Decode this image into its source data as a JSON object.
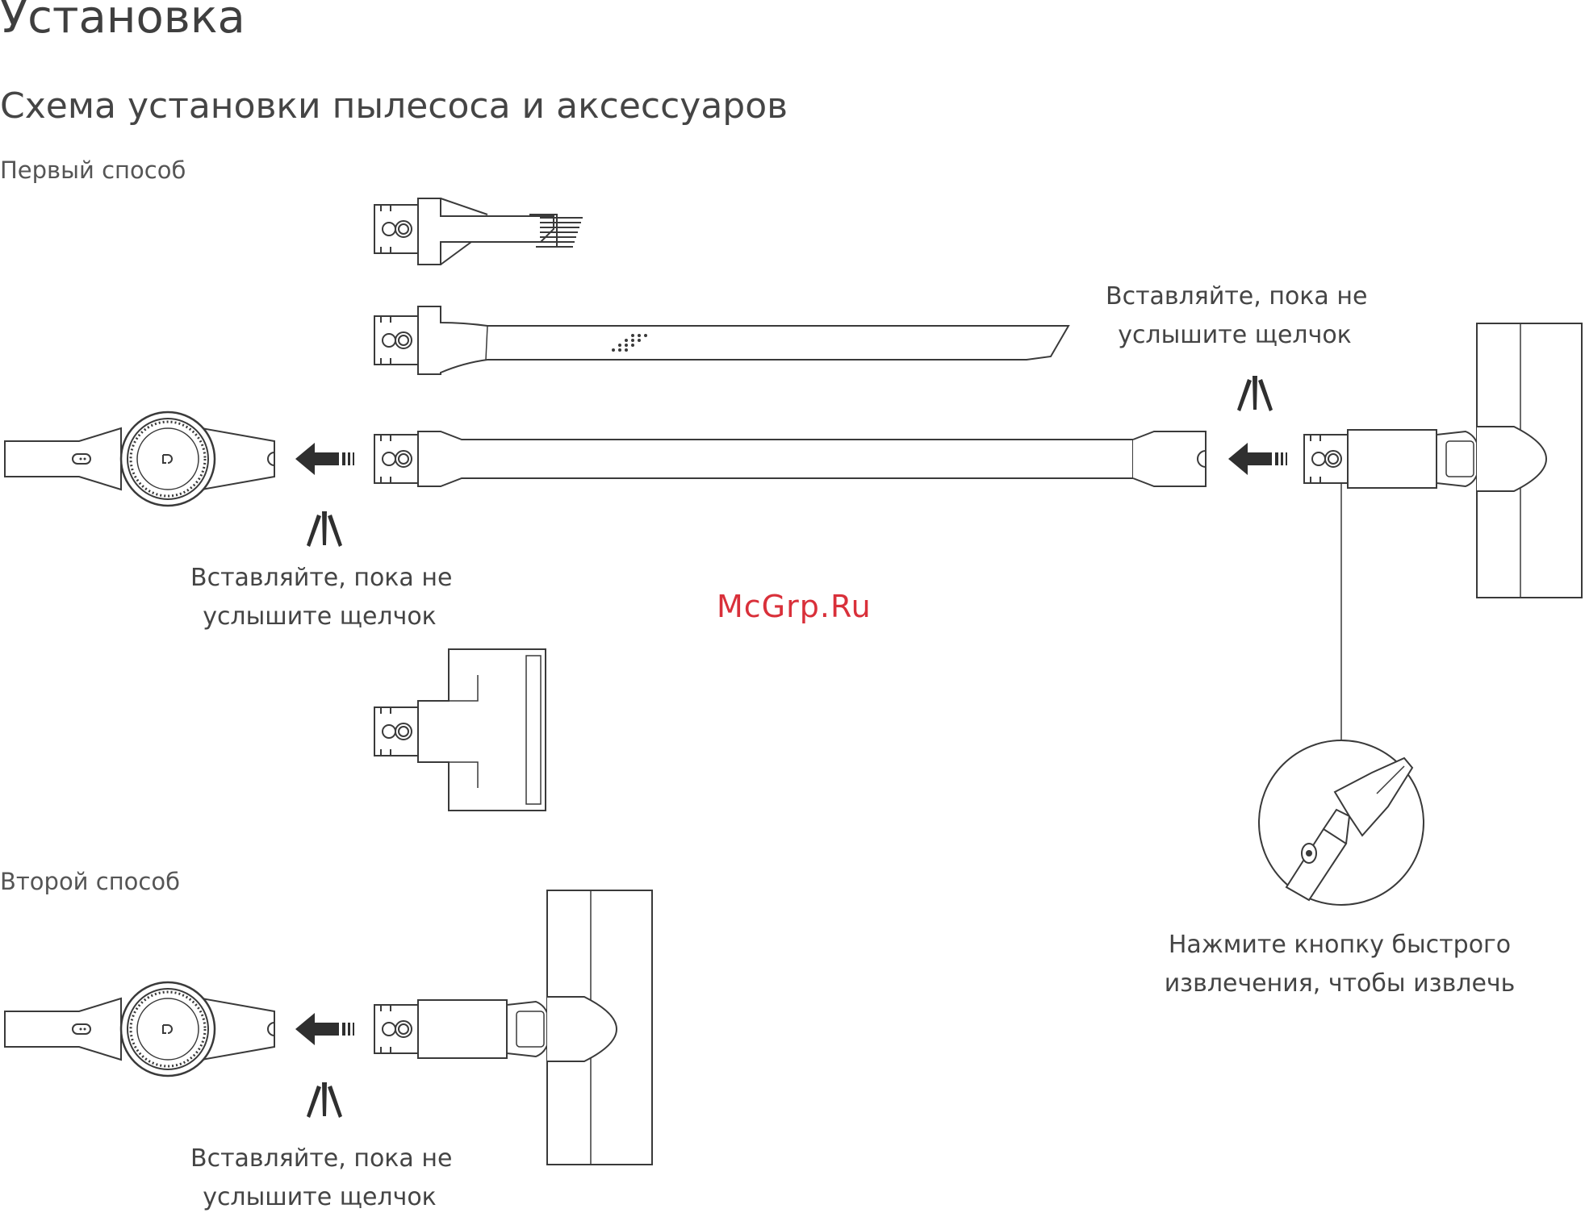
{
  "header": {
    "title": "Установка",
    "subtitle": "Схема установки пылесоса и аксессуаров"
  },
  "sections": {
    "first": "Первый способ",
    "second": "Второй способ"
  },
  "captions": {
    "insert_top": [
      "Вставляйте, пока не",
      "услышите щелчок"
    ],
    "insert_left_1": [
      "Вставляйте, пока не",
      "услышите щелчок"
    ],
    "insert_left_2": [
      "Вставляйте, пока не",
      "услышите щелчок"
    ],
    "release": [
      "Нажмите кнопку быстрого",
      "извлечения, чтобы извлечь"
    ]
  },
  "watermark": "McGrp.Ru",
  "colors": {
    "line": "#3a3a3a",
    "arrow": "#2f2f2f",
    "watermark": "#d9303a"
  }
}
